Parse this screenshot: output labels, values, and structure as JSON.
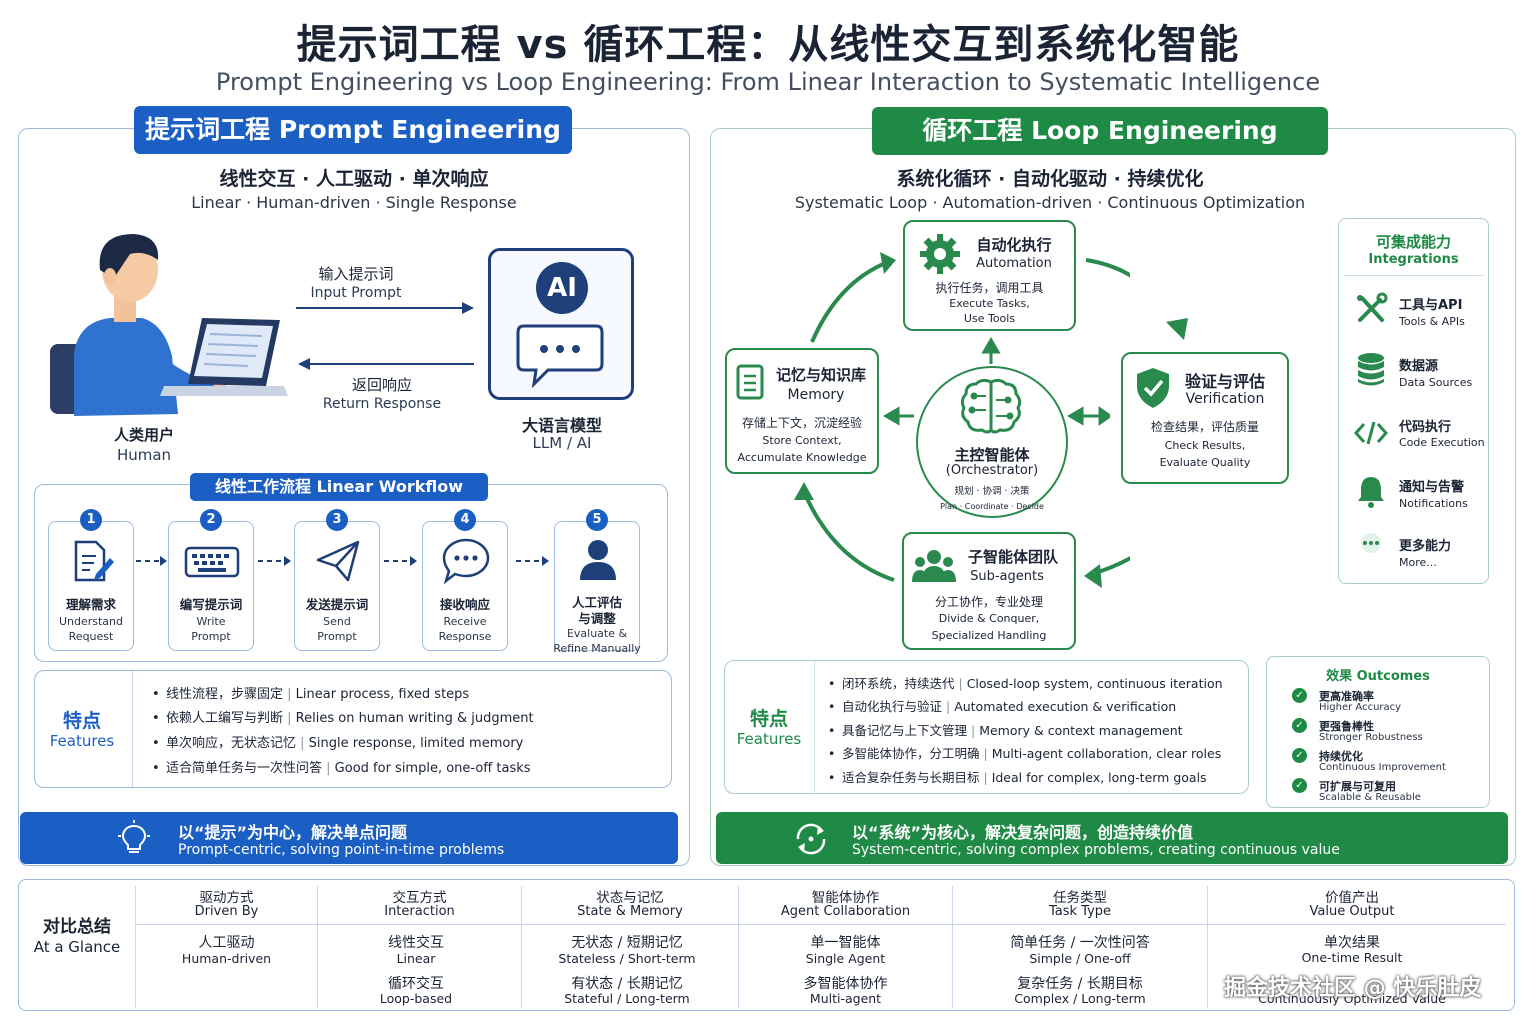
{
  "title": {
    "cn": "提示词工程 vs 循环工程：从线性交互到系统化智能",
    "en": "Prompt Engineering vs Loop Engineering: From Linear Interaction to Systematic Intelligence"
  },
  "left": {
    "header": "提示词工程 Prompt Engineering",
    "tagline_cn": "线性交互 · 人工驱动 · 单次响应",
    "tagline_en": "Linear · Human-driven · Single Response",
    "input_cn": "输入提示词",
    "input_en": "Input Prompt",
    "return_cn": "返回响应",
    "return_en": "Return Response",
    "human_cn": "人类用户",
    "human_en": "Human",
    "llm_cn": "大语言模型",
    "llm_en": "LLM / AI",
    "ai_badge": "AI",
    "workflow_title": "线性工作流程  Linear Workflow",
    "steps": [
      {
        "num": "1",
        "cn": "理解需求",
        "en1": "Understand",
        "en2": "Request",
        "icon": "document-pen-icon"
      },
      {
        "num": "2",
        "cn": "编写提示词",
        "en1": "Write",
        "en2": "Prompt",
        "icon": "keyboard-icon"
      },
      {
        "num": "3",
        "cn": "发送提示词",
        "en1": "Send",
        "en2": "Prompt",
        "icon": "paper-plane-icon"
      },
      {
        "num": "4",
        "cn": "接收响应",
        "en1": "Receive",
        "en2": "Response",
        "icon": "chat-bubble-icon"
      },
      {
        "num": "5",
        "cn": "人工评估",
        "cn2": "与调整",
        "en1": "Evaluate &",
        "en2": "Refine Manually",
        "icon": "person-icon"
      }
    ],
    "features_cn": "特点",
    "features_en": "Features",
    "features": [
      {
        "cn": "线性流程，步骤固定",
        "en": "Linear process, fixed steps"
      },
      {
        "cn": "依赖人工编写与判断",
        "en": "Relies on human writing & judgment"
      },
      {
        "cn": "单次响应，无状态记忆",
        "en": "Single response, limited memory"
      },
      {
        "cn": "适合简单任务与一次性问答",
        "en": "Good for simple, one-off tasks"
      }
    ],
    "banner_cn": "以“提示”为中心，解决单点问题",
    "banner_en": "Prompt-centric, solving point-in-time problems"
  },
  "right": {
    "header": "循环工程 Loop Engineering",
    "tagline_cn": "系统化循环 · 自动化驱动 · 持续优化",
    "tagline_en": "Systematic Loop · Automation-driven · Continuous Optimization",
    "automation": {
      "cn": "自动化执行",
      "en": "Automation",
      "d_cn": "执行任务，调用工具",
      "d_en1": "Execute Tasks,",
      "d_en2": "Use Tools"
    },
    "memory": {
      "cn": "记忆与知识库",
      "en": "Memory",
      "d_cn": "存储上下文，沉淀经验",
      "d_en1": "Store Context,",
      "d_en2": "Accumulate Knowledge"
    },
    "verification": {
      "cn": "验证与评估",
      "en": "Verification",
      "d_cn": "检查结果，评估质量",
      "d_en1": "Check Results,",
      "d_en2": "Evaluate Quality"
    },
    "subagents": {
      "cn": "子智能体团队",
      "en": "Sub-agents",
      "d_cn": "分工协作，专业处理",
      "d_en1": "Divide & Conquer,",
      "d_en2": "Specialized Handling"
    },
    "orchestrator": {
      "cn": "主控智能体",
      "en": "(Orchestrator)",
      "d_cn": "规划 · 协调 · 决策",
      "d_en": "Plan · Coordinate · Decide"
    },
    "integrations_cn": "可集成能力",
    "integrations_en": "Integrations",
    "integrations": [
      {
        "cn": "工具与API",
        "en": "Tools & APIs",
        "icon": "tools-icon"
      },
      {
        "cn": "数据源",
        "en": "Data Sources",
        "icon": "database-icon"
      },
      {
        "cn": "代码执行",
        "en": "Code Execution",
        "icon": "code-icon"
      },
      {
        "cn": "通知与告警",
        "en": "Notifications",
        "icon": "bell-icon"
      },
      {
        "cn": "更多能力",
        "en": "More...",
        "icon": "more-icon"
      }
    ],
    "features_cn": "特点",
    "features_en": "Features",
    "features": [
      {
        "cn": "闭环系统，持续迭代",
        "en": "Closed-loop system, continuous iteration"
      },
      {
        "cn": "自动化执行与验证",
        "en": "Automated execution & verification"
      },
      {
        "cn": "具备记忆与上下文管理",
        "en": "Memory & context management"
      },
      {
        "cn": "多智能体协作，分工明确",
        "en": "Multi-agent collaboration, clear roles"
      },
      {
        "cn": "适合复杂任务与长期目标",
        "en": "Ideal for complex, long-term goals"
      }
    ],
    "outcomes_title": "效果  Outcomes",
    "outcomes": [
      {
        "cn": "更高准确率",
        "en": "Higher Accuracy"
      },
      {
        "cn": "更强鲁棒性",
        "en": "Stronger Robustness"
      },
      {
        "cn": "持续优化",
        "en": "Continuous Improvement"
      },
      {
        "cn": "可扩展与可复用",
        "en": "Scalable & Reusable"
      }
    ],
    "banner_cn": "以“系统”为核心，解决复杂问题，创造持续价值",
    "banner_en": "System-centric, solving complex problems, creating continuous value"
  },
  "summary": {
    "label_cn": "对比总结",
    "label_en": "At a Glance",
    "columns": [
      {
        "h_cn": "驱动方式",
        "h_en": "Driven By",
        "a_cn": "人工驱动",
        "a_en": "Human-driven",
        "b_cn": "",
        "b_en": ""
      },
      {
        "h_cn": "交互方式",
        "h_en": "Interaction",
        "a_cn": "线性交互",
        "a_en": "Linear",
        "b_cn": "循环交互",
        "b_en": "Loop-based"
      },
      {
        "h_cn": "状态与记忆",
        "h_en": "State & Memory",
        "a_cn": "无状态 / 短期记忆",
        "a_en": "Stateless / Short-term",
        "b_cn": "有状态 / 长期记忆",
        "b_en": "Stateful / Long-term"
      },
      {
        "h_cn": "智能体协作",
        "h_en": "Agent Collaboration",
        "a_cn": "单一智能体",
        "a_en": "Single Agent",
        "b_cn": "多智能体协作",
        "b_en": "Multi-agent"
      },
      {
        "h_cn": "任务类型",
        "h_en": "Task Type",
        "a_cn": "简单任务 / 一次性问答",
        "a_en": "Simple / One-off",
        "b_cn": "复杂任务 / 长期目标",
        "b_en": "Complex / Long-term"
      },
      {
        "h_cn": "价值产出",
        "h_en": "Value Output",
        "a_cn": "单次结果",
        "a_en": "One-time Result",
        "b_cn": "",
        "b_en": "Continuously Optimized Value"
      }
    ],
    "watermark": "掘金技术社区 @ 快乐肚皮"
  },
  "colors": {
    "blue": "#1b5fc4",
    "green": "#1f8a45",
    "navy": "#1e3f7a"
  }
}
